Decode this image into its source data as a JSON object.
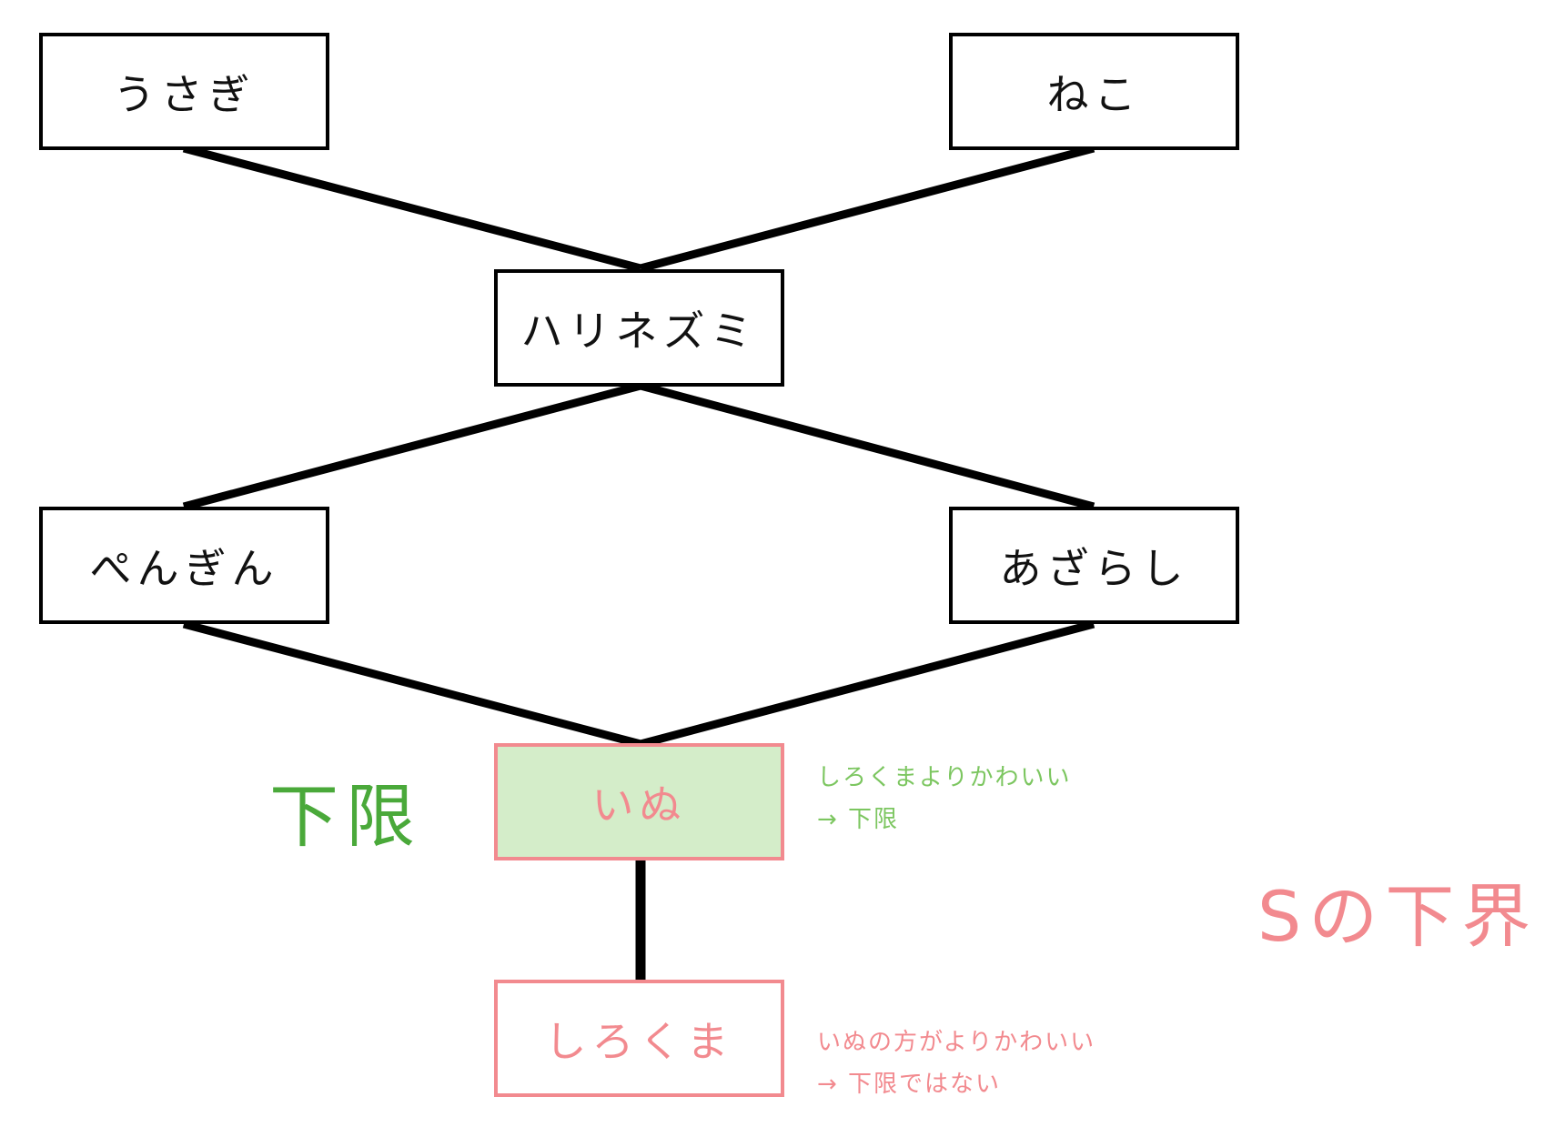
{
  "nodes": {
    "usagi": "うさぎ",
    "neko": "ねこ",
    "harinezumi": "ハリネズミ",
    "pengin": "ぺんぎん",
    "azarashi": "あざらし",
    "inu": "いぬ",
    "shirokuma": "しろくま"
  },
  "annotations": {
    "infimum_label": "下限",
    "lower_bounds_label": "Sの下界",
    "inu_note_line1": "しろくまよりかわいい",
    "inu_note_line2": "→ 下限",
    "shirokuma_note_line1": "いぬの方がよりかわいい",
    "shirokuma_note_line2": "→ 下限ではない"
  },
  "colors": {
    "line": "#000000",
    "highlight_fill": "#d4edc9",
    "pink": "#f28a8f",
    "green": "#4aa93a",
    "green_light": "#7cc660"
  }
}
